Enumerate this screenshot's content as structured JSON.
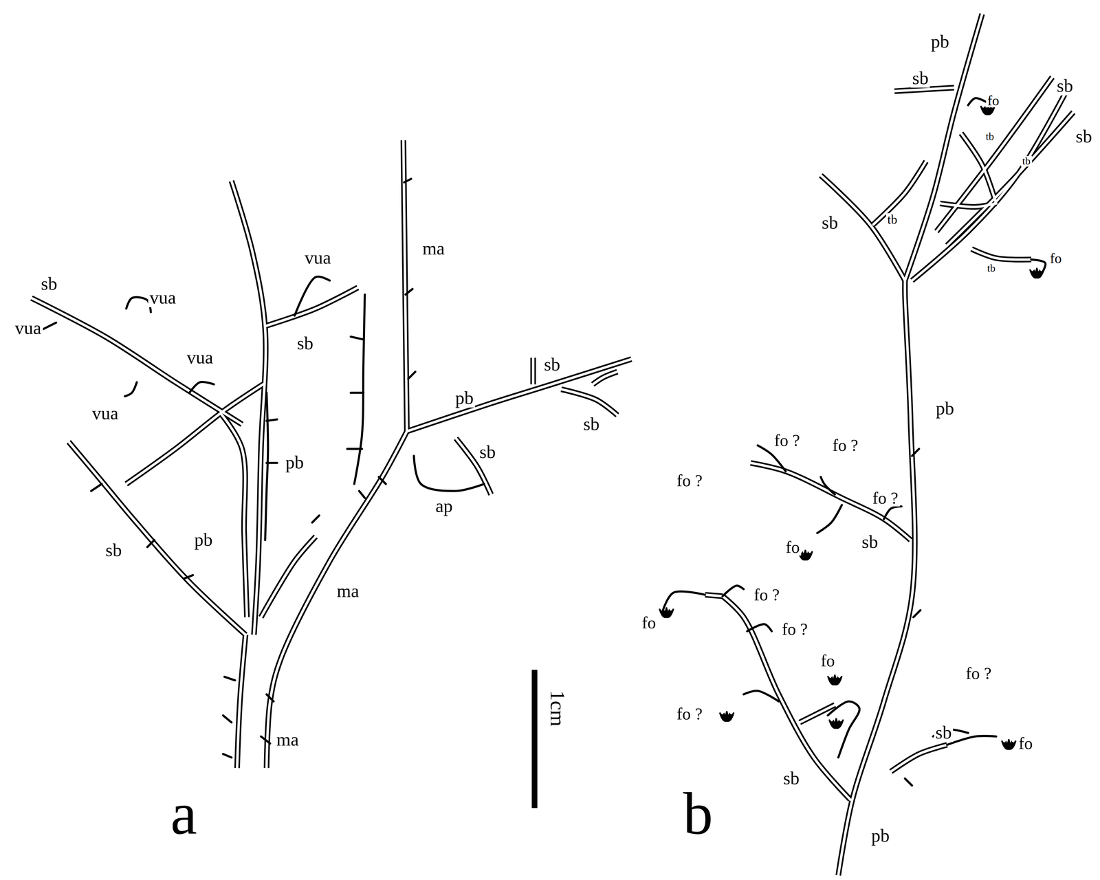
{
  "diagram": {
    "labels": [
      "sb",
      "vua",
      "vua",
      "vua",
      "vua",
      "sb",
      "ma",
      "vua",
      "sb",
      "pb",
      "pb",
      "sb",
      "sb",
      "ap",
      "pb",
      "sb",
      "ma",
      "ma",
      "1cm",
      "a",
      "pb",
      "sb",
      "fo",
      "sb",
      "sb",
      "tb",
      "tb",
      "tb",
      "sb",
      "tb",
      "fo",
      "pb",
      "fo ?",
      "fo ?",
      "fo ?",
      "fo ?",
      "sb",
      "fo",
      "fo ?",
      "fo",
      "fo ?",
      "fo",
      "fo ?",
      "fo ?",
      "sb",
      "fo",
      "sb",
      "pb",
      "b"
    ]
  }
}
